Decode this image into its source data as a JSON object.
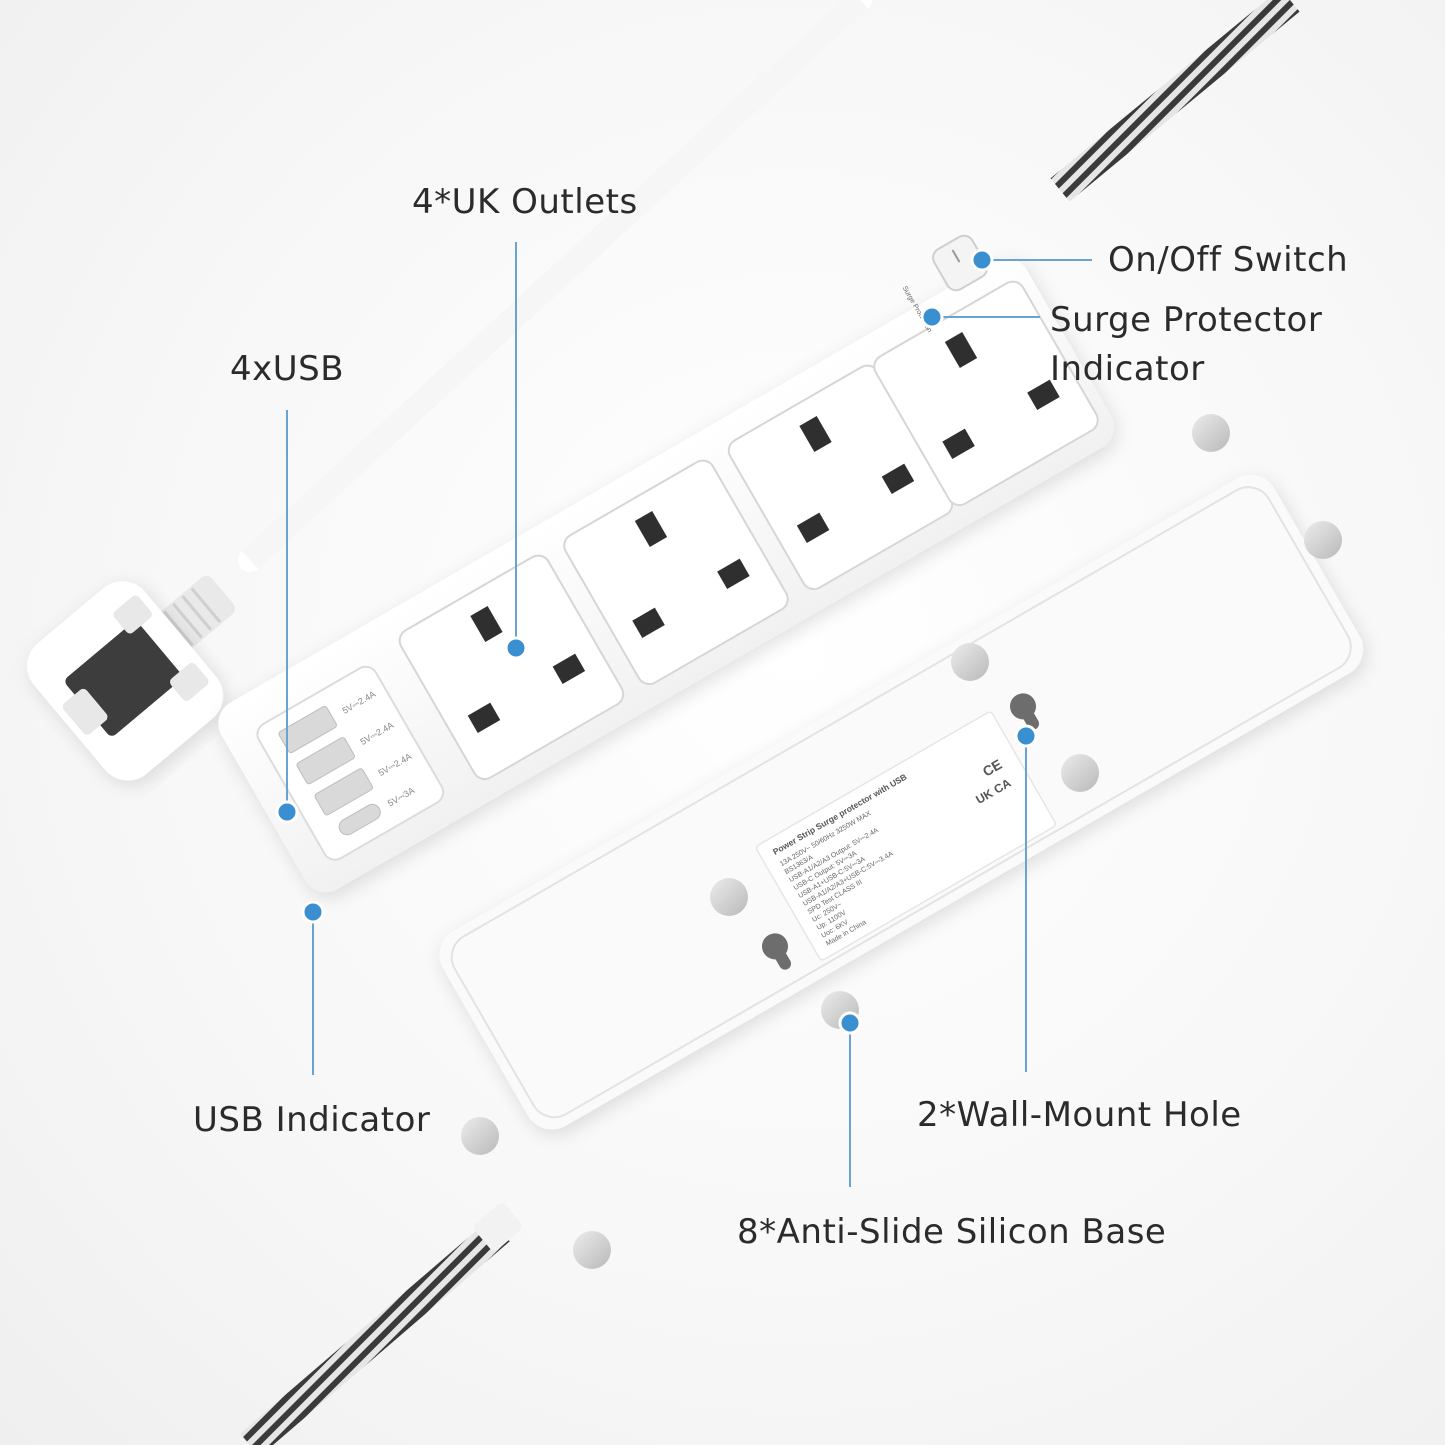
{
  "callouts": {
    "uk_outlets": "4*UK Outlets",
    "usb_ports": "4xUSB",
    "on_off_switch": "On/Off Switch",
    "surge_indicator_line1": "Surge Protector",
    "surge_indicator_line2": "Indicator",
    "usb_indicator": "USB Indicator",
    "wall_mount_hole": "2*Wall-Mount Hole",
    "anti_slide_base": "8*Anti-Slide Silicon Base"
  },
  "device_markings": {
    "surge_led_caption": "Surge Protection",
    "usb_a1_rating": "5V⎓2.4A",
    "usb_a2_rating": "5V⎓2.4A",
    "usb_a3_rating": "5V⎓2.4A",
    "usb_c_rating": "5V⎓3A"
  },
  "spec_label": {
    "title": "Power Strip Surge protector with USB",
    "lines": [
      "13A  250V~  50/60Hz  3250W MAX",
      "BS1363/A",
      "USB-A1/A2/A3 Output:  5V⎓2.4A",
      "USB-C Output:  5V⎓3A",
      "USB-A1+USB-C:5V⎓3A",
      "USB-A1/A2/A3+USB-C:5V⎓3.4A",
      "SPD Test CLASS III",
      "Uc:  250V~",
      "Up:  1100V",
      "Uoc:  6KV",
      "Made in China"
    ],
    "marks": [
      "UK CA",
      "CE"
    ]
  },
  "colors": {
    "accent_dot": "#3a8fd0",
    "leader_line": "#6aa3cf",
    "body_white": "#ffffff",
    "cable_dark": "#3a3a3a"
  }
}
